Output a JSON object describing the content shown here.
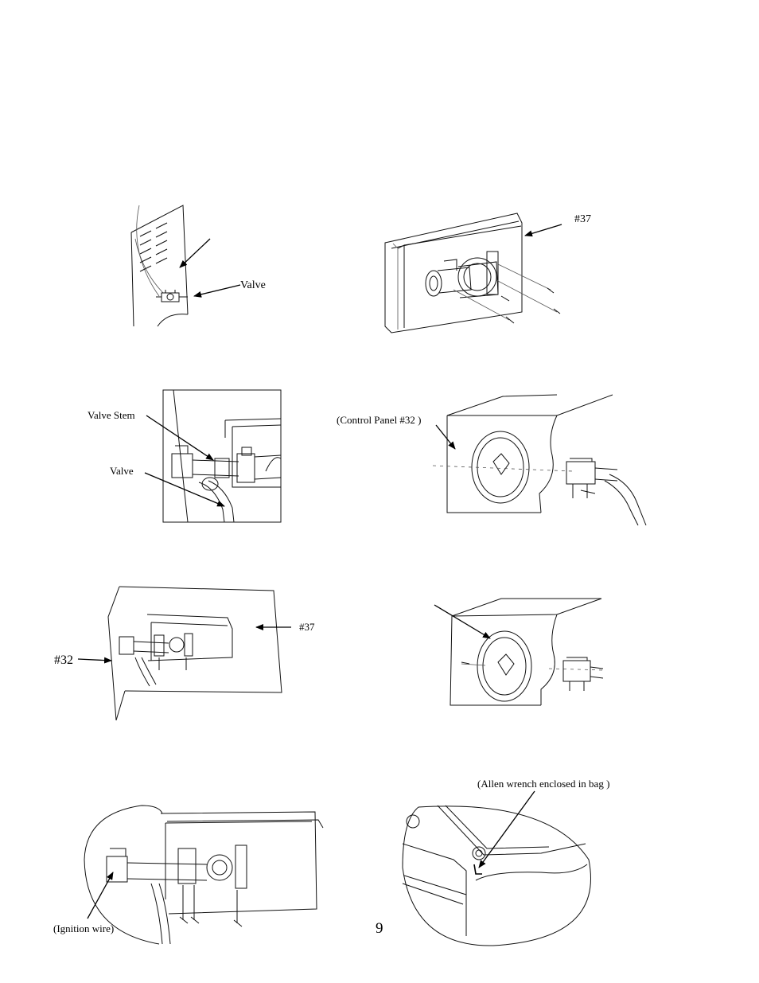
{
  "labels": {
    "fig1_valve": "Valve",
    "fig2_part37": "#37",
    "fig3_valve_stem": "Valve Stem",
    "fig3_valve": "Valve",
    "fig4_control_panel": "(Control Panel #32 )",
    "fig5_part37": "#37",
    "fig5_part32": "#32",
    "fig7_ignition_wire": "(Ignition wire)",
    "fig8_allen_wrench": "(Allen wrench enclosed in bag )"
  },
  "page_number": "9"
}
